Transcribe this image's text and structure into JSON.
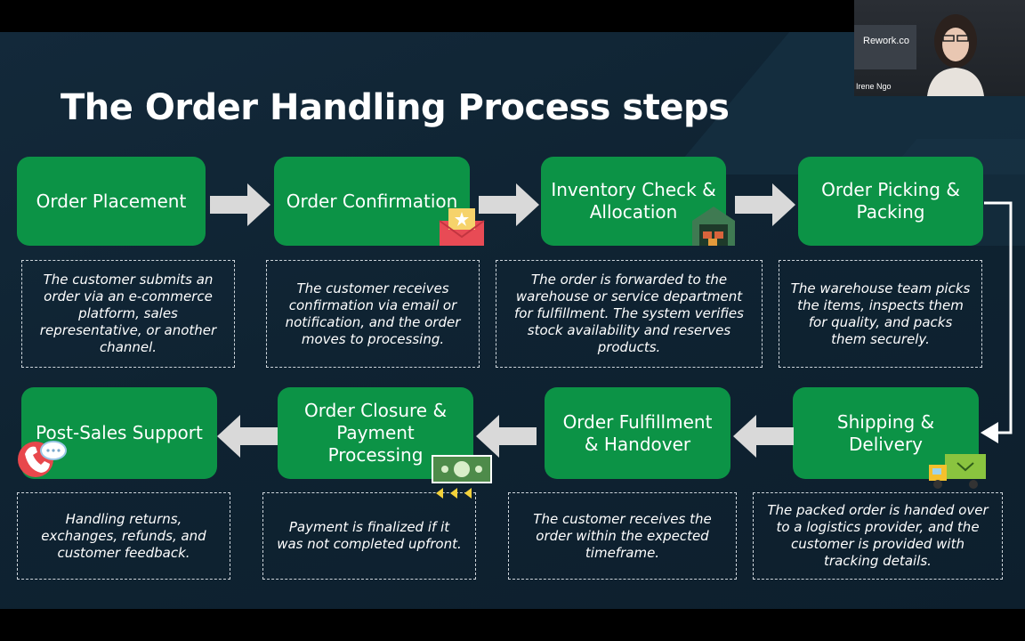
{
  "slide": {
    "title": "The Order Handling Process steps",
    "steps": [
      {
        "label": "Order Placement",
        "description": "The customer submits an order via an e-commerce platform, sales representative, or another channel."
      },
      {
        "label": "Order Confirmation",
        "description": "The customer receives confirmation via email or notification, and the order moves to processing."
      },
      {
        "label": "Inventory Check & Allocation",
        "description": "The order is forwarded to the warehouse or service department for fulfillment. The system verifies stock availability and reserves products."
      },
      {
        "label": "Order Picking & Packing",
        "description": "The warehouse team picks the items, inspects them for quality, and packs them securely."
      },
      {
        "label": "Shipping & Delivery",
        "description": "The packed order is handed over to a logistics provider, and the customer is provided with tracking details."
      },
      {
        "label": "Order Fulfillment & Handover",
        "description": "The customer receives the order within the expected timeframe."
      },
      {
        "label": "Order Closure & Payment Processing",
        "description": "Payment is finalized if it was not completed upfront."
      },
      {
        "label": "Post-Sales Support",
        "description": "Handling returns, exchanges, refunds, and customer feedback."
      }
    ],
    "icons": [
      "envelope-star-icon",
      "warehouse-icon",
      "delivery-truck-icon",
      "cash-icon",
      "support-phone-icon"
    ]
  },
  "webcam": {
    "logo_text": "Rework.co",
    "participant_name": "Irene Ngo"
  },
  "colors": {
    "step_green": "#0c9346",
    "background": "#0f2332",
    "arrow": "#d9d9d9"
  }
}
